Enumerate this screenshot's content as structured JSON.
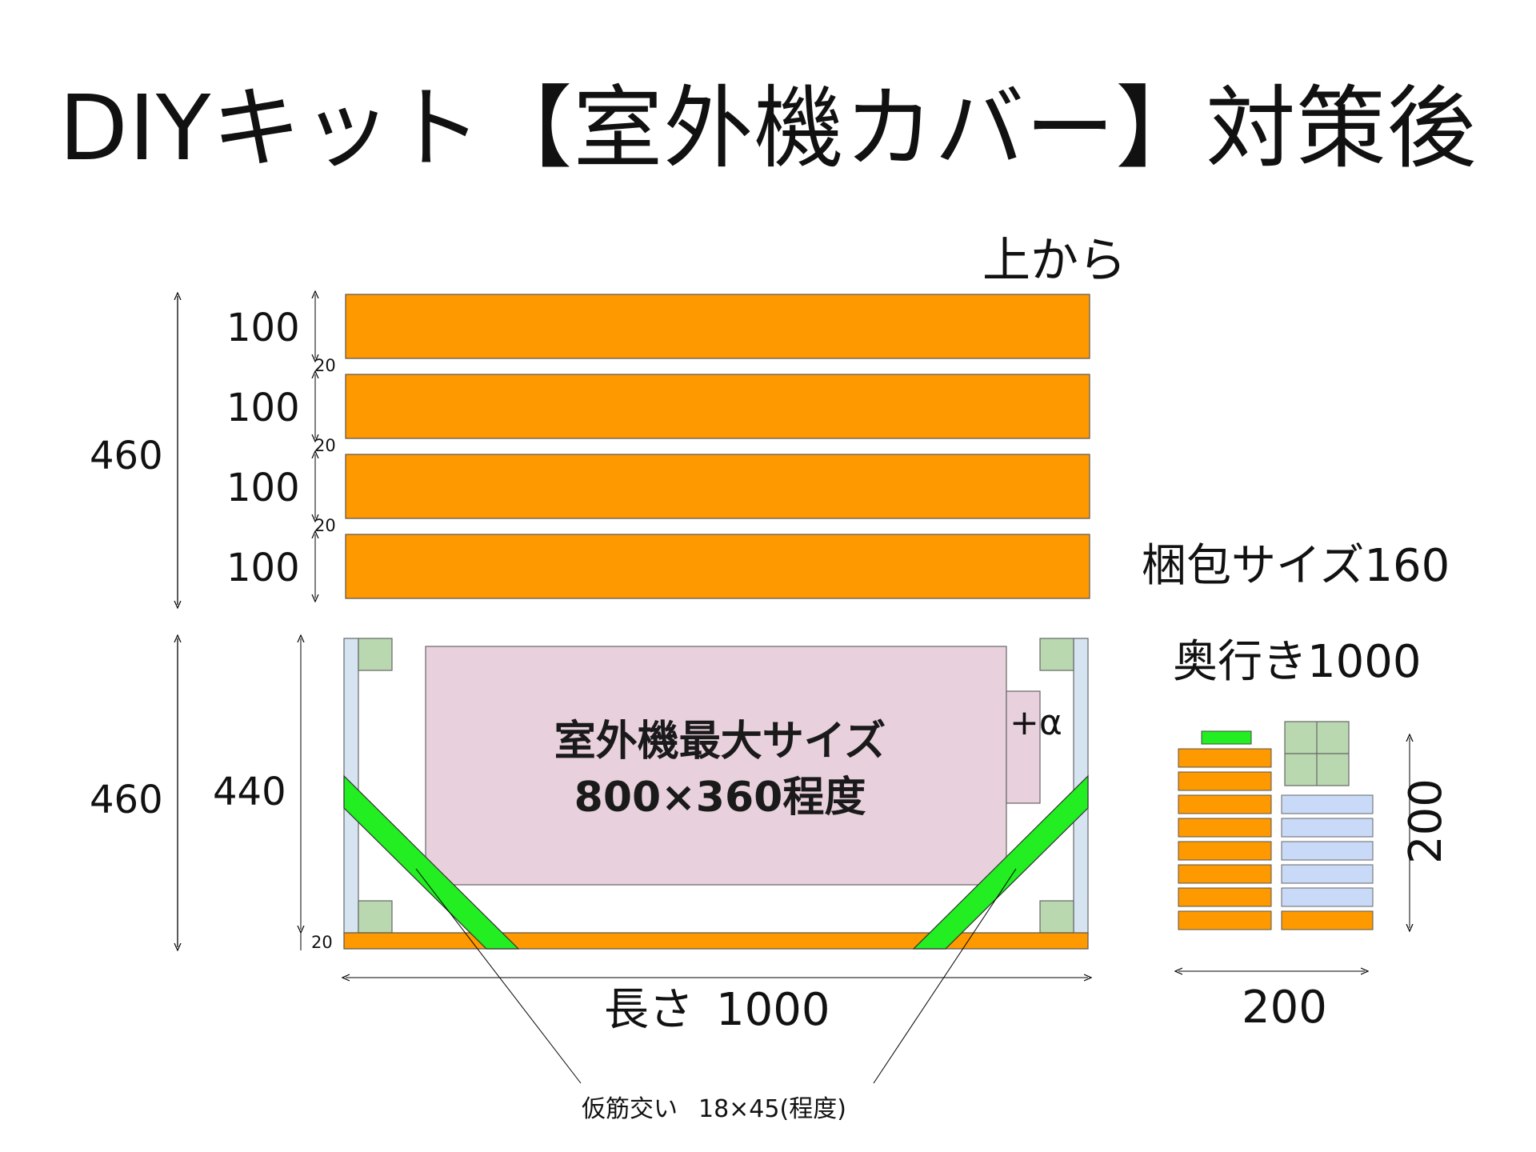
{
  "title": "DIYキット【室外機カバー】対策後",
  "top_view": {
    "label": "上から",
    "total_dim": "460",
    "boards": [
      {
        "width_label": "100"
      },
      {
        "width_label": "100"
      },
      {
        "width_label": "100"
      },
      {
        "width_label": "100"
      }
    ],
    "gap_labels": [
      "20",
      "20",
      "20"
    ]
  },
  "front_view": {
    "total_dim": "460",
    "inner_dim": "440",
    "base_dim": "20",
    "unit_label_line1": "室外機最大サイズ",
    "unit_label_line2": "800×360程度",
    "extra_label": "+α",
    "length_label": "長さ",
    "length_value": "1000",
    "brace_note": "仮筋交い",
    "brace_dim": "18×45(程度)"
  },
  "package": {
    "size_label": "梱包サイズ160",
    "depth_label": "奥行き1000",
    "width_label": "200",
    "height_label": "200"
  },
  "colors": {
    "board_orange": "#FF9900",
    "post_blue": "#D6E4F2",
    "block_green": "#B9D8B0",
    "brace_green": "#22EE22",
    "unit_pink": "#E8D0DC",
    "pack_blue": "#C9DAF8"
  }
}
